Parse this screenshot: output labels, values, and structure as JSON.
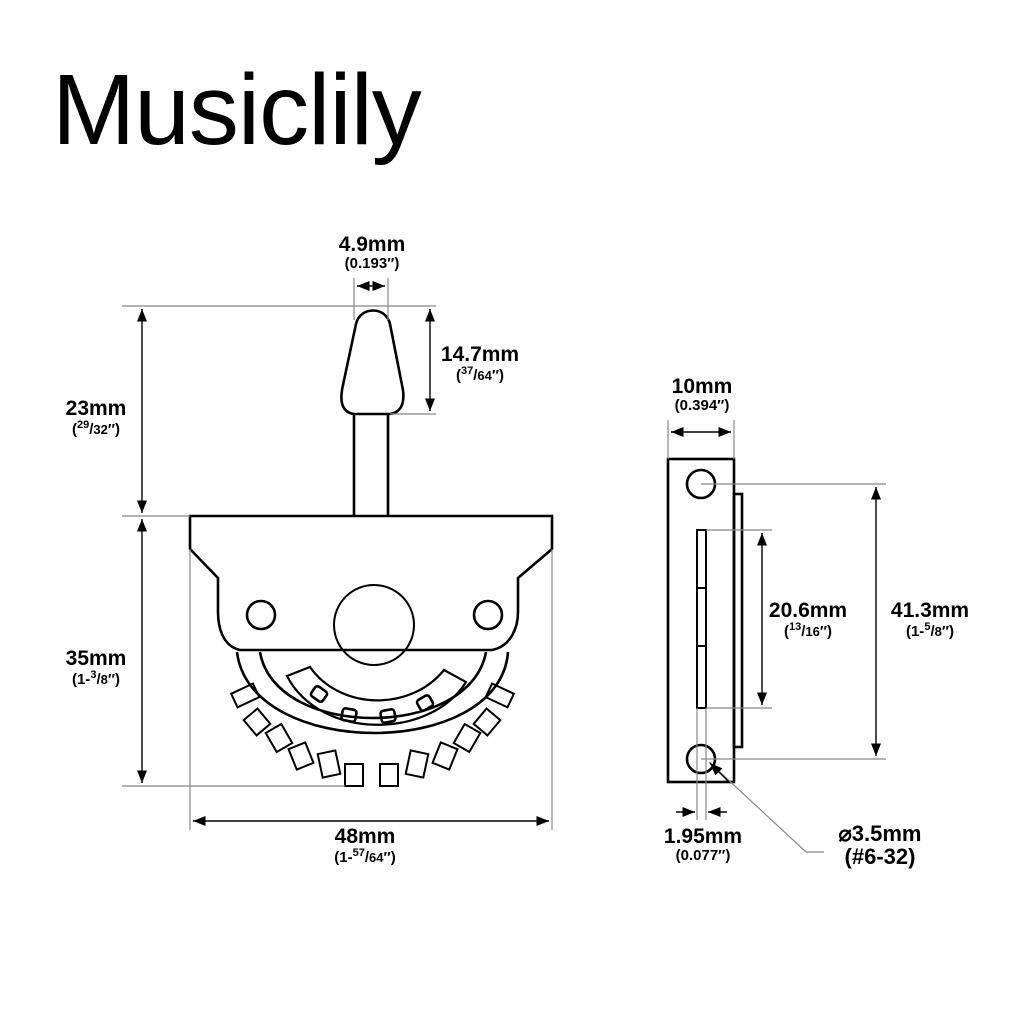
{
  "brand": {
    "name": "Musiclily"
  },
  "diagram": {
    "subject": "3-way/5-way lever selector switch dimension drawing",
    "front_view": {
      "tip_width": {
        "mm": "4.9mm",
        "inch": "(0.193″)"
      },
      "tip_height": {
        "mm": "14.7mm",
        "inch_open": "(",
        "inch_num": "37",
        "inch_den": "64",
        "inch_close": "″)"
      },
      "lever_height": {
        "mm": "23mm",
        "inch_open": "(",
        "inch_num": "29",
        "inch_den": "32",
        "inch_close": "″)"
      },
      "body_height": {
        "mm": "35mm",
        "inch_open": "(1-",
        "inch_num": "3",
        "inch_den": "8",
        "inch_close": "″)"
      },
      "body_width": {
        "mm": "48mm",
        "inch_open": "(1-",
        "inch_num": "57",
        "inch_den": "64",
        "inch_close": "″)"
      }
    },
    "side_view": {
      "plate_width": {
        "mm": "10mm",
        "inch": "(0.394″)"
      },
      "slot_length": {
        "mm": "20.6mm",
        "inch_open": "(",
        "inch_num": "13",
        "inch_den": "16",
        "inch_close": "″)"
      },
      "hole_spacing": {
        "mm": "41.3mm",
        "inch_open": "(1-",
        "inch_num": "5",
        "inch_den": "8",
        "inch_close": "″)"
      },
      "slot_width": {
        "mm": "1.95mm",
        "inch": "(0.077″)"
      },
      "hole_diameter": {
        "mm": "⌀3.5mm",
        "thread": "(#6-32)"
      }
    }
  },
  "colors": {
    "line": "#000000",
    "dim_line": "#888888",
    "background": "#ffffff"
  }
}
